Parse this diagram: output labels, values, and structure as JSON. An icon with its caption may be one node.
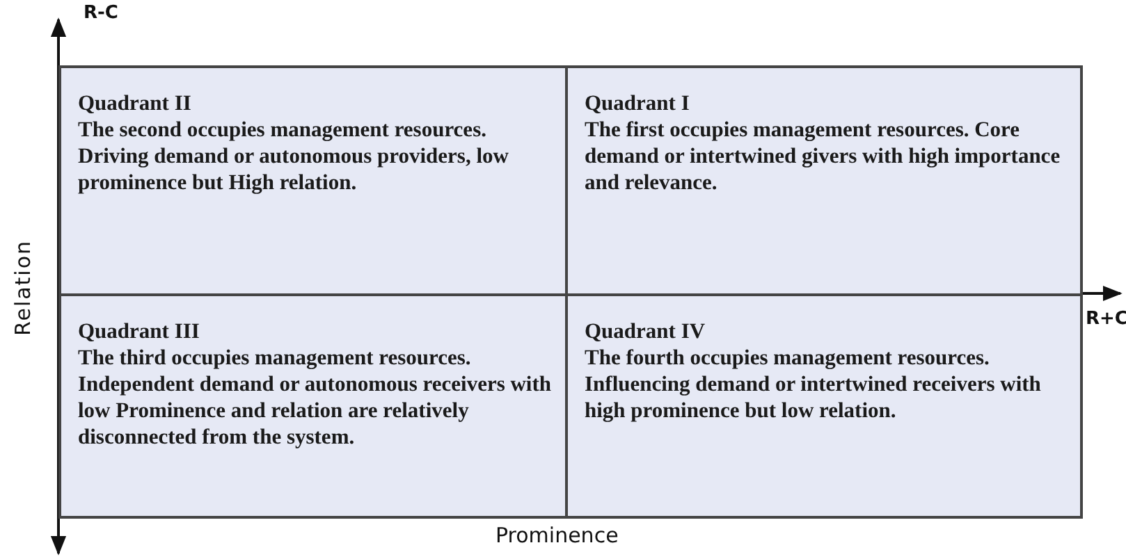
{
  "diagram": {
    "nodes": [
      {
        "text": [
          "Quadrant II",
          "The second occupies management resources. Driving demand or autonomous providers, low prominence but High relation."
        ]
      },
      {
        "text": [
          "Quadrant I",
          "The first occupies management resources. Core demand or intertwined givers with high importance and relevance."
        ]
      },
      {
        "text": [
          "Quadrant III",
          "The third occupies management resources. Independent demand or autonomous receivers with low Prominence and relation are relatively disconnected from the system."
        ]
      },
      {
        "text": [
          "Quadrant IV",
          "The fourth occupies management resources. Influencing demand or intertwined receivers with high prominence but low relation."
        ]
      }
    ],
    "labels": [
      "R-C",
      "Relation",
      "R+C",
      "Prominence"
    ]
  }
}
